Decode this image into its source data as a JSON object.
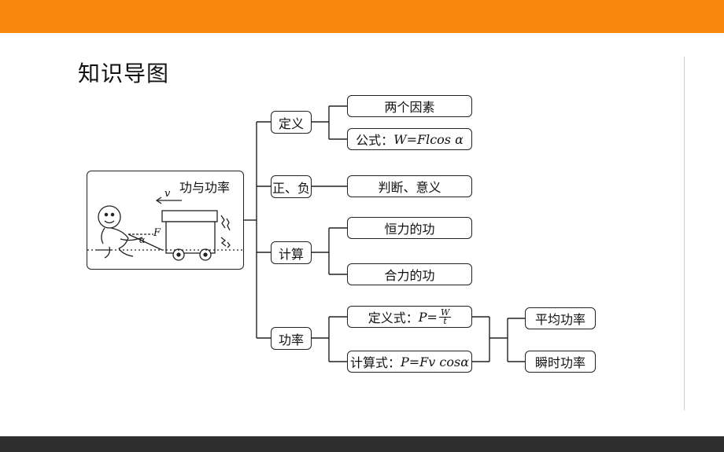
{
  "header": {
    "title": "知识导图"
  },
  "diagram": {
    "illustration_title": "功与功率",
    "illustration_labels": {
      "velocity": "v",
      "force": "F",
      "angle": "α"
    },
    "nodes": {
      "definition": "定义",
      "sign": "正、负",
      "calculation": "计算",
      "power": "功率"
    },
    "leaves": {
      "two_factors": "两个因素",
      "formula_prefix": "公式：",
      "formula": "W=Flcos α",
      "judge_meaning": "判断、意义",
      "constant_force_work": "恒力的功",
      "net_force_work": "合力的功",
      "def_formula_prefix": "定义式：",
      "def_formula_lhs": "P=",
      "def_formula_num": "W",
      "def_formula_den": "t",
      "calc_formula_prefix": "计算式：",
      "calc_formula": "P=Fv cosα",
      "average_power": "平均功率",
      "instant_power": "瞬时功率"
    }
  },
  "colors": {
    "header_bar": "#f7870d",
    "footer_bar": "#2e2e2e",
    "line": "#222222"
  }
}
